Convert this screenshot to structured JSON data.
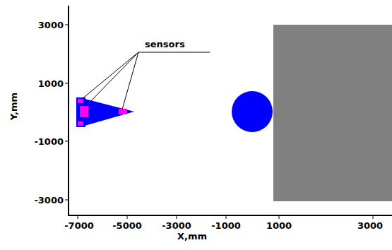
{
  "diagram": {
    "labels": [
      "sensors",
      "3000",
      "1000",
      "-1000",
      "-3000",
      "-7000",
      "-5000",
      "-3000",
      "-1000",
      "1000",
      "3000",
      "Y,mm",
      "X,mm"
    ]
  }
}
